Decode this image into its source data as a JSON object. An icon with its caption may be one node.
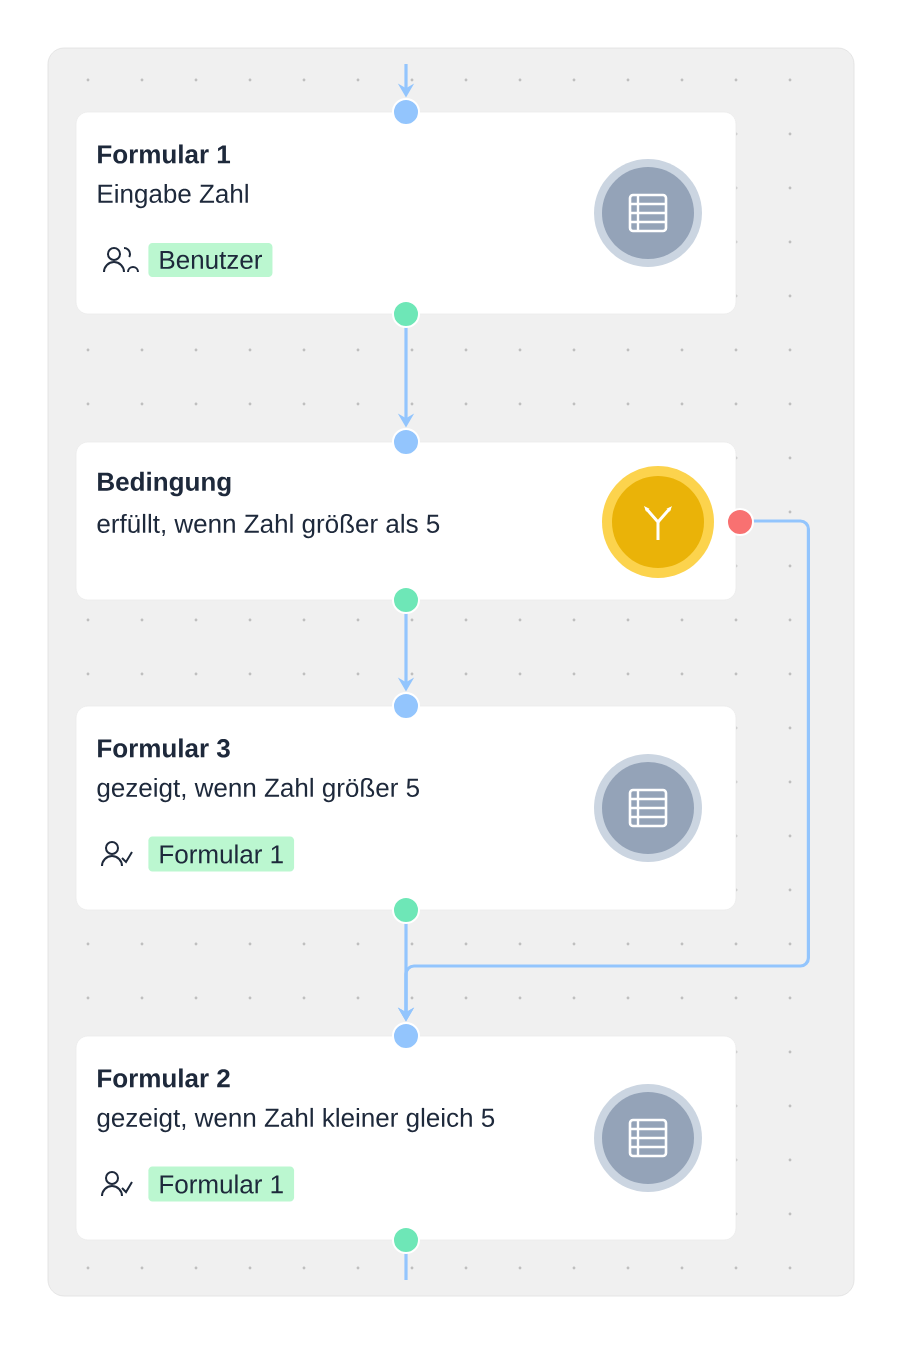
{
  "diagram": {
    "nodes": [
      {
        "text": [
          "Formular 1",
          "Eingabe Zahl",
          "Benutzer"
        ]
      },
      {
        "text": [
          "Bedingung",
          "erfüllt, wenn Zahl größer als 5"
        ]
      },
      {
        "text": [
          "Formular 3",
          "gezeigt, wenn Zahl größer 5",
          "Formular 1"
        ]
      },
      {
        "text": [
          "Formular 2",
          "gezeigt, wenn Zahl kleiner gleich 5",
          "Formular 1"
        ]
      }
    ],
    "edges": [
      {
        "from": null,
        "to": 0,
        "arrow": "to"
      },
      {
        "from": 0,
        "to": 1,
        "arrow": "to"
      },
      {
        "from": 1,
        "to": 2,
        "arrow": "to"
      },
      {
        "from": 2,
        "to": 3,
        "arrow": "to"
      },
      {
        "from": 1,
        "to": 3,
        "arrow": "to"
      },
      {
        "from": 3,
        "to": null,
        "arrow": "none"
      }
    ]
  }
}
